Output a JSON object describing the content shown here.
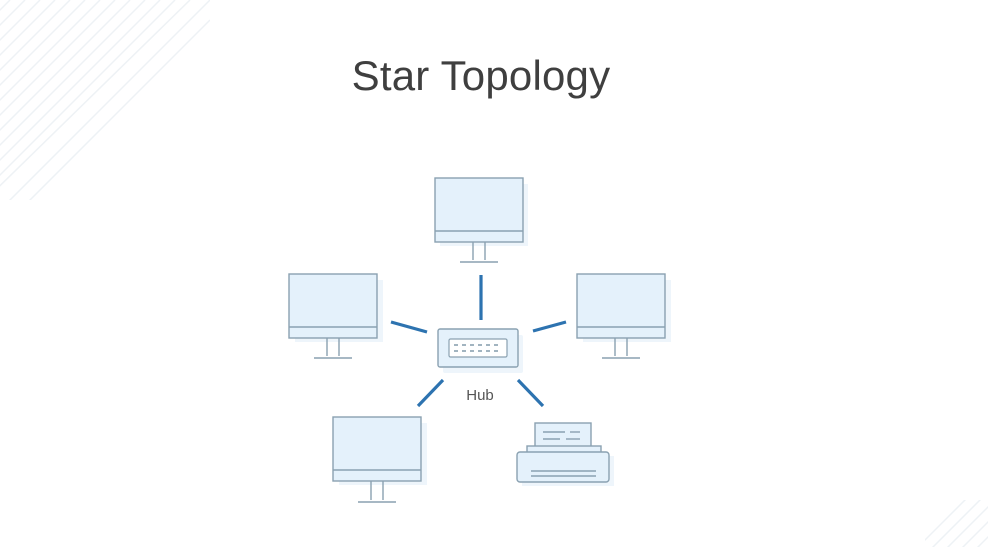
{
  "title": "Star Topology",
  "hub": {
    "label": "Hub",
    "icon": "hub-icon"
  },
  "nodes": [
    {
      "icon": "monitor-icon",
      "role": "computer"
    },
    {
      "icon": "monitor-icon",
      "role": "computer"
    },
    {
      "icon": "monitor-icon",
      "role": "computer"
    },
    {
      "icon": "monitor-icon",
      "role": "computer"
    },
    {
      "icon": "printer-icon",
      "role": "printer"
    }
  ],
  "colors": {
    "title": "#3f3f3f",
    "outline": "#8aa1b1",
    "screen_fill": "#e4f1fb",
    "shadow": "#eef5fb",
    "connector": "#2d73b0",
    "stripes": "#eef2f5"
  }
}
